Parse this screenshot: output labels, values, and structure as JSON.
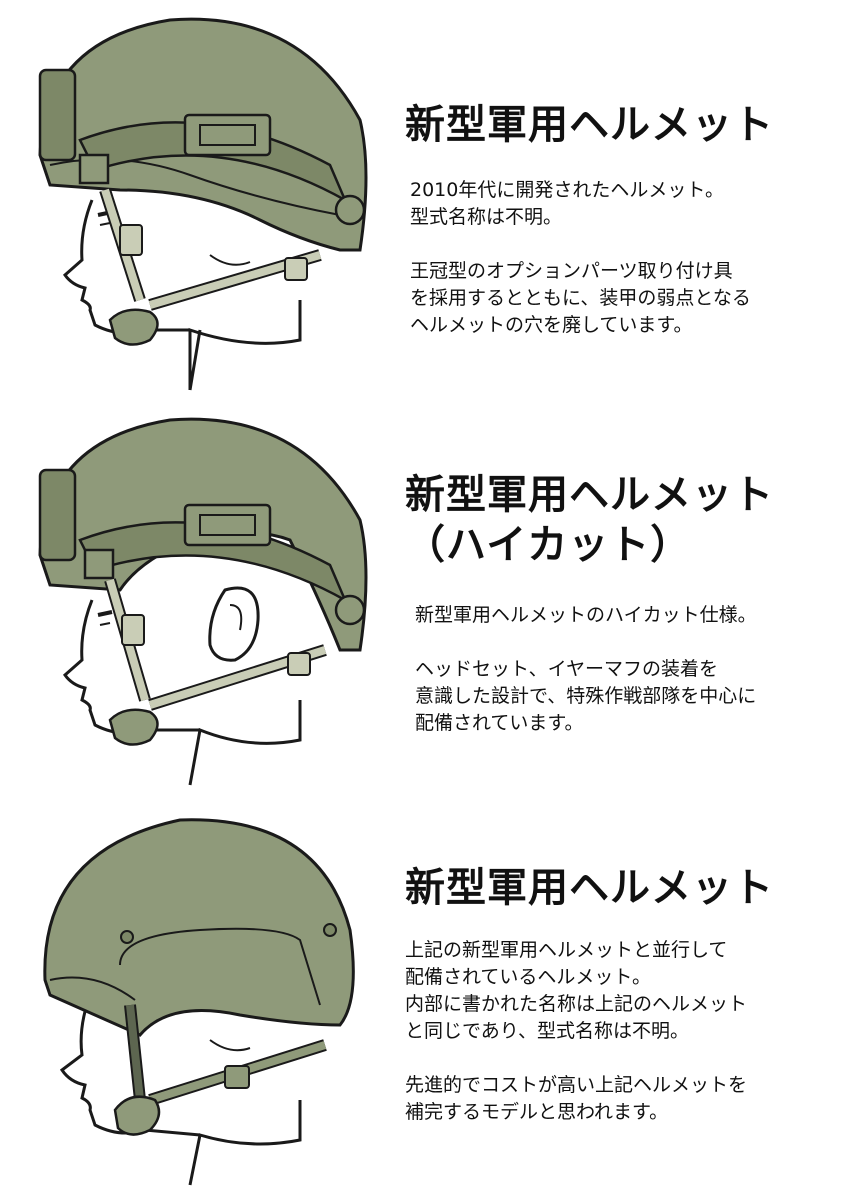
{
  "colors": {
    "helmet": "#8f9a7a",
    "helmet_dark": "#7d8867",
    "strap": "#c9cdb6",
    "outline": "#1a1a1a"
  },
  "sections": [
    {
      "figure_icon": "high-cut-helmet-with-rails",
      "title": "新型軍用ヘルメット",
      "paragraphs": [
        [
          "2010年代に開発されたヘルメット。",
          "型式名称は不明。"
        ],
        [
          "王冠型のオプションパーツ取り付け具",
          "を採用するとともに、装甲の弱点となる",
          "ヘルメットの穴を廃しています。"
        ]
      ]
    },
    {
      "figure_icon": "high-cut-helmet-ear-exposed",
      "title_lines": [
        "新型軍用ヘルメット",
        "（ハイカット）"
      ],
      "paragraphs": [
        [
          "新型軍用ヘルメットのハイカット仕様。"
        ],
        [
          "ヘッドセット、イヤーマフの装着を",
          "意識した設計で、特殊作戦部隊を中心に",
          "配備されています。"
        ]
      ]
    },
    {
      "figure_icon": "full-cut-helmet",
      "title": "新型軍用ヘルメット",
      "paragraphs": [
        [
          "上記の新型軍用ヘルメットと並行して",
          "配備されているヘルメット。",
          "内部に書かれた名称は上記のヘルメット",
          "と同じであり、型式名称は不明。"
        ],
        [
          "先進的でコストが高い上記ヘルメットを",
          "補完するモデルと思われます。"
        ]
      ]
    }
  ]
}
